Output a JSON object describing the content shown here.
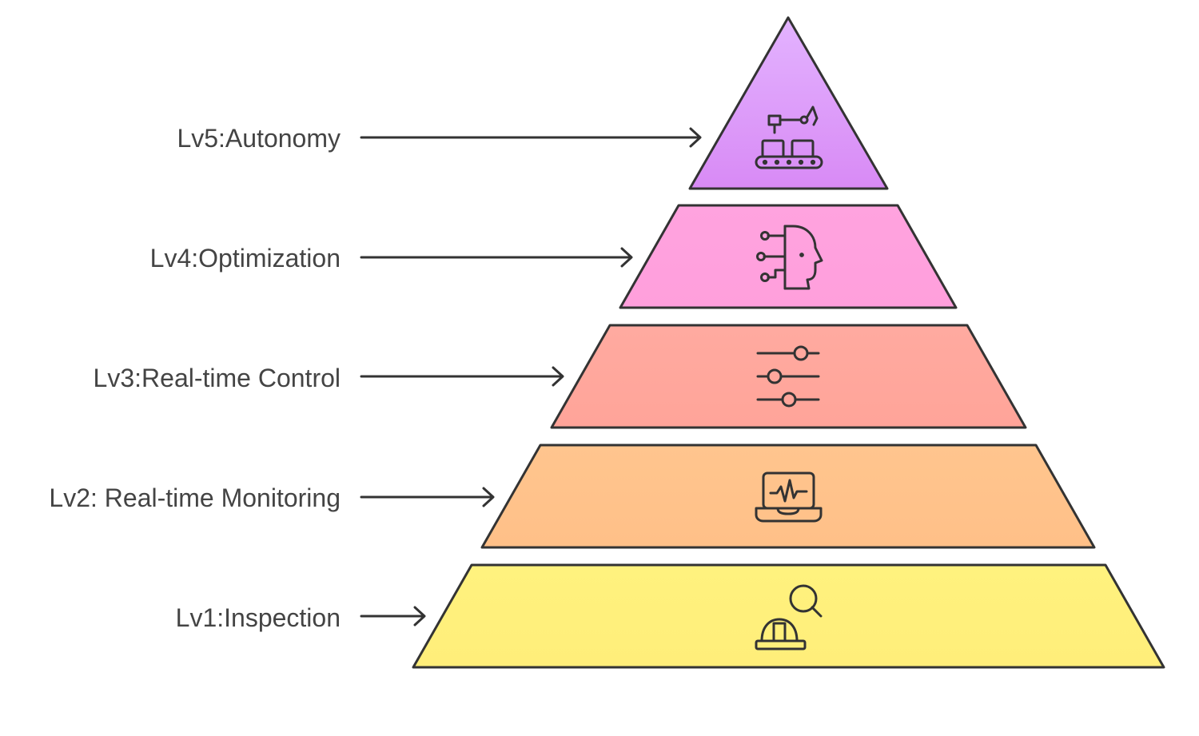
{
  "diagram": {
    "tiers": [
      {
        "id": "lv5",
        "label": "Lv5:Autonomy",
        "fill_top": "#e3b3ff",
        "fill_bottom": "#d88af5",
        "icon": "robotic-arm-conveyor-icon"
      },
      {
        "id": "lv4",
        "label": "Lv4:Optimization",
        "fill_top": "#ffa3df",
        "fill_bottom": "#ff9fdc",
        "icon": "ai-head-circuit-icon"
      },
      {
        "id": "lv3",
        "label": "Lv3:Real-time Control",
        "fill_top": "#ffaaa0",
        "fill_bottom": "#ffa499",
        "icon": "sliders-icon"
      },
      {
        "id": "lv2",
        "label": "Lv2: Real-time Monitoring",
        "fill_top": "#ffc58e",
        "fill_bottom": "#ffc088",
        "icon": "laptop-waveform-icon"
      },
      {
        "id": "lv1",
        "label": "Lv1:Inspection",
        "fill_top": "#fff27e",
        "fill_bottom": "#ffee7a",
        "icon": "hardhat-magnifier-icon"
      }
    ]
  }
}
